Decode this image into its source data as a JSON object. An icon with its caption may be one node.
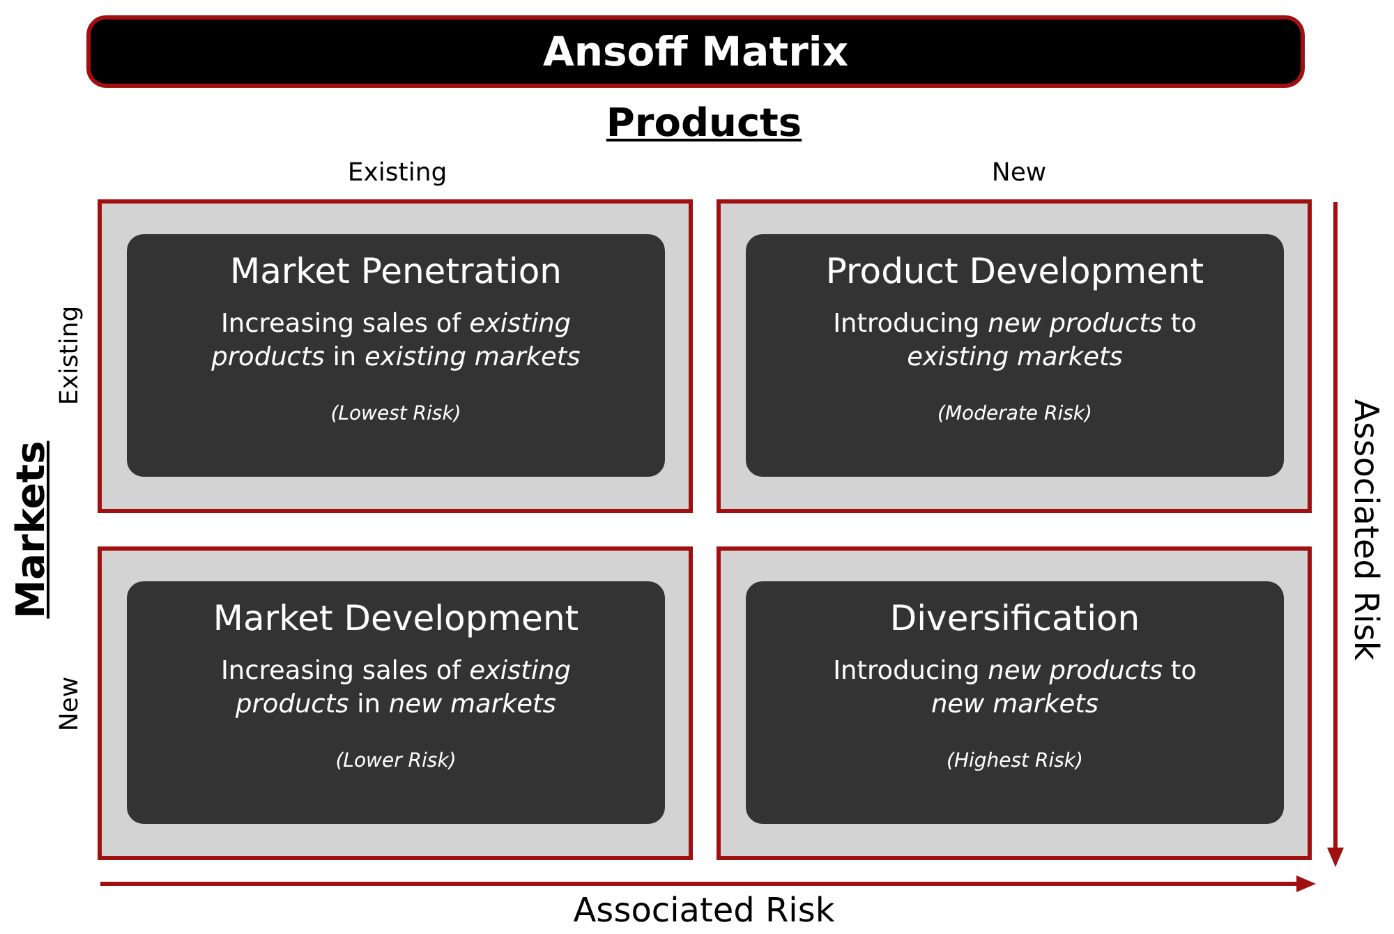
{
  "diagram": {
    "title": "Ansoff Matrix",
    "nodes": [
      {
        "text": [],
        "shape": "box"
      },
      {
        "text": [
          "Market Penetration",
          "Increasing sales of *existing products* in *existing markets*",
          "(Lowest Risk)"
        ],
        "in": 0
      },
      {
        "text": [],
        "shape": "box"
      },
      {
        "text": [
          "Product Development",
          "Introducing *new products* to *existing markets*",
          "(Moderate Risk)"
        ],
        "in": 2
      },
      {
        "text": [],
        "shape": "box"
      },
      {
        "text": [
          "Market Development",
          "Increasing sales of *existing products* in *new markets*",
          "(Lower Risk)"
        ],
        "in": 4
      },
      {
        "text": [],
        "shape": "box"
      },
      {
        "text": [
          "Diversification",
          "Introducing *new products* to *new markets*",
          "(Highest Risk)"
        ],
        "in": 6
      }
    ],
    "edges": [],
    "labels": [
      "Products",
      "Existing",
      "New",
      "Markets",
      "Existing",
      "New",
      "Associated Risk",
      "Associated Risk"
    ]
  }
}
